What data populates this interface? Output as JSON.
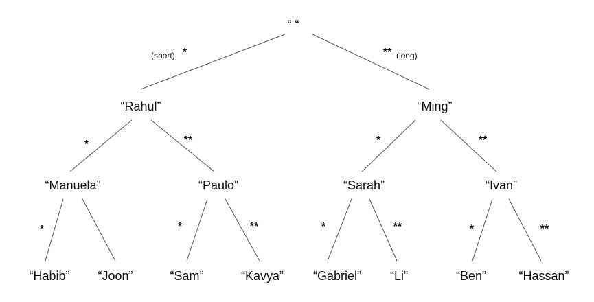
{
  "tree": {
    "root": "“ “",
    "nodes": {
      "rahul": "“Rahul”",
      "ming": "“Ming”",
      "manuela": "“Manuela”",
      "paulo": "“Paulo”",
      "sarah": "“Sarah”",
      "ivan": "“Ivan”",
      "habib": "“Habib”",
      "joon": "“Joon”",
      "sam": "“Sam”",
      "kavya": "“Kavya”",
      "gabriel": "“Gabriel”",
      "li": "“Li”",
      "ben": "“Ben”",
      "hassan": "“Hassan”"
    },
    "edge_labels": {
      "short": "*",
      "long": "**",
      "short_note": "(short)",
      "long_note": "(long)"
    }
  }
}
